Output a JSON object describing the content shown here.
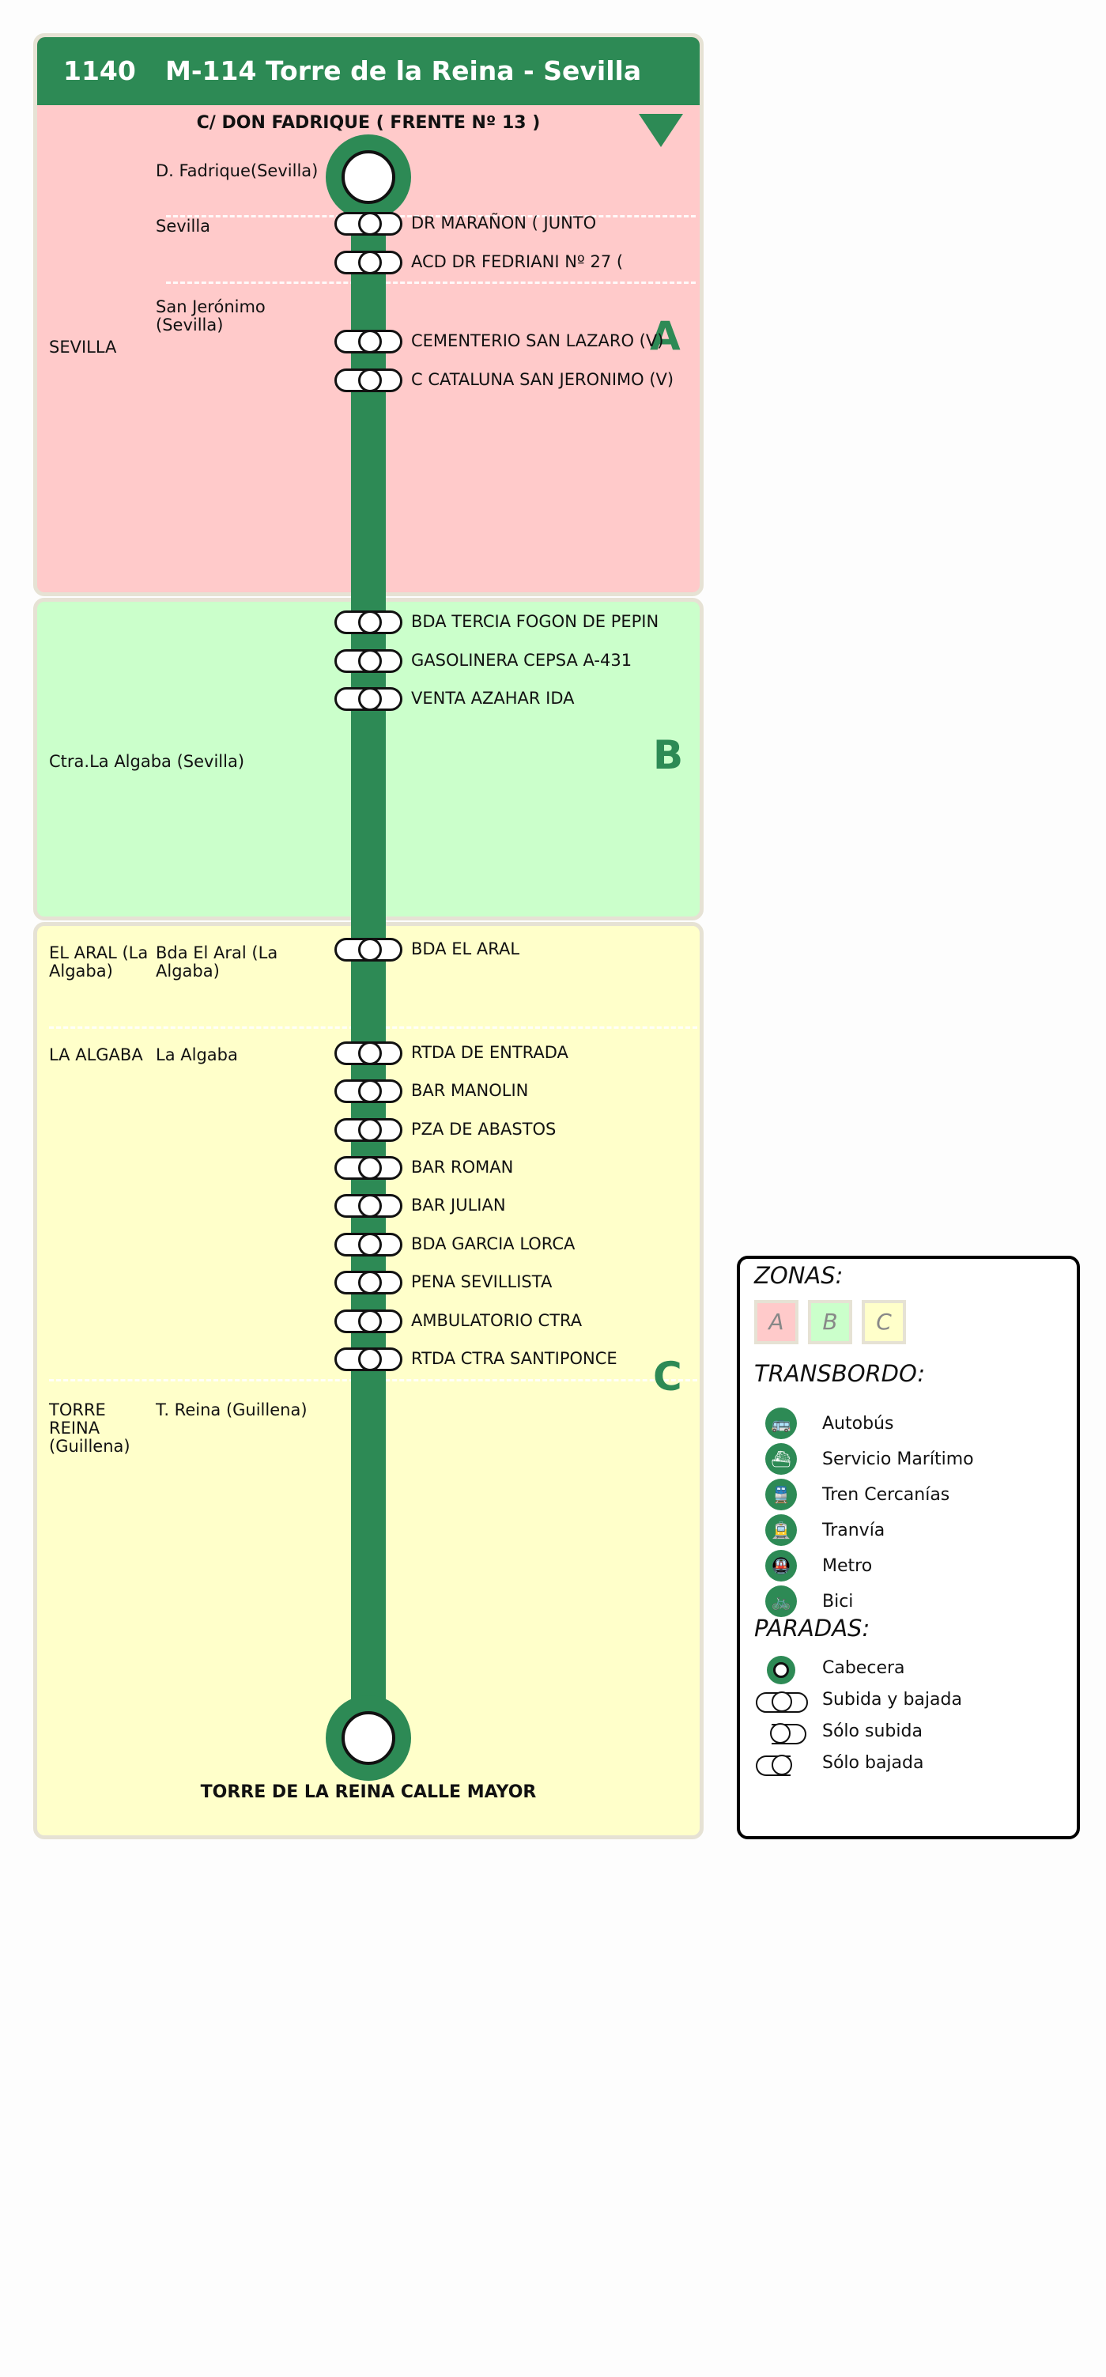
{
  "route": {
    "number": "1140",
    "name": "M-114 Torre de la Reina - Sevilla"
  },
  "terminals": {
    "start": "C/ DON FADRIQUE ( FRENTE Nº 13 )",
    "end": "TORRE DE LA REINA CALLE MAYOR"
  },
  "zones": [
    {
      "letter": "A",
      "color": "#ffcaca"
    },
    {
      "letter": "B",
      "color": "#cbffcb"
    },
    {
      "letter": "C",
      "color": "#ffffca"
    }
  ],
  "districts": [
    "SEVILLA",
    "Ctra.La Algaba (Sevilla)",
    "EL ARAL (La Algaba)",
    "LA ALGABA",
    "TORRE REINA (Guillena)"
  ],
  "municipalities": [
    "D. Fadrique(Sevilla)",
    "Sevilla",
    "San Jerónimo (Sevilla)",
    "Bda El Aral (La Algaba)",
    "La Algaba",
    "T. Reina (Guillena)"
  ],
  "stops": [
    "DR MARAÑON ( JUNTO",
    "ACD DR FEDRIANI Nº 27 (",
    "CEMENTERIO SAN LAZARO (V)",
    "C CATALUNA SAN JERONIMO (V)",
    "BDA TERCIA FOGON DE PEPIN",
    "GASOLINERA CEPSA A-431",
    "VENTA AZAHAR IDA",
    "BDA EL ARAL",
    "RTDA DE ENTRADA",
    "BAR MANOLIN",
    "PZA DE ABASTOS",
    "BAR ROMAN",
    "BAR JULIAN",
    "BDA GARCIA LORCA",
    "PENA SEVILLISTA",
    "AMBULATORIO CTRA",
    "RTDA CTRA SANTIPONCE"
  ],
  "legend": {
    "zones_title": "ZONAS:",
    "zone_letters": [
      "A",
      "B",
      "C"
    ],
    "transfer_title": "TRANSBORDO:",
    "transfers": [
      {
        "label": "Autobús",
        "icon": "bus-icon"
      },
      {
        "label": "Servicio Marítimo",
        "icon": "ferry-icon"
      },
      {
        "label": "Tren Cercanías",
        "icon": "train-icon"
      },
      {
        "label": "Tranvía",
        "icon": "tram-icon"
      },
      {
        "label": "Metro",
        "icon": "metro-icon"
      },
      {
        "label": "Bici",
        "icon": "bike-icon"
      }
    ],
    "stops_title": "PARADAS:",
    "stop_types": [
      "Cabecera",
      "Subida y bajada",
      "Sólo subida",
      "Sólo bajada"
    ]
  }
}
